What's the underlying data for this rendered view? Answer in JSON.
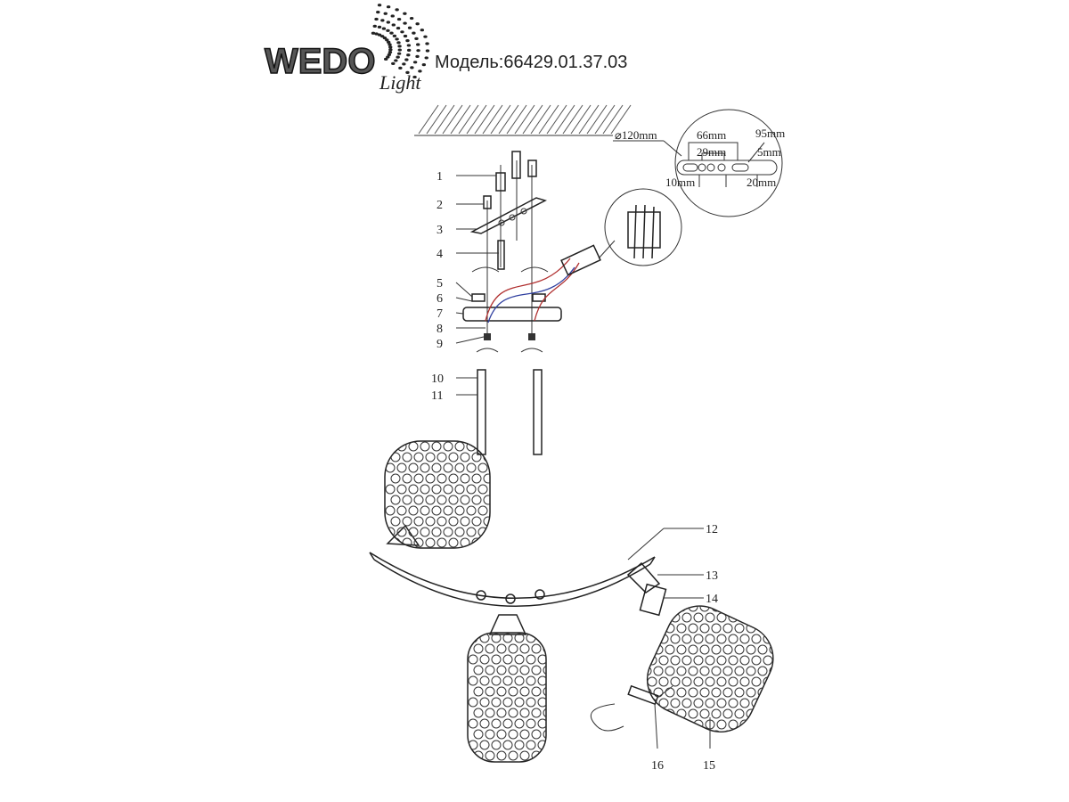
{
  "header": {
    "logo_text": "WEDO",
    "logo_subtext": "Light",
    "model_label": "Модель:66429.01.37.03"
  },
  "dimensions": {
    "diameter": "⌀120mm",
    "d66": "66mm",
    "d29": "29mm",
    "d95": "95mm",
    "d5": "5mm",
    "d10": "10mm",
    "d20": "20mm"
  },
  "part_numbers": [
    "1",
    "2",
    "3",
    "4",
    "5",
    "6",
    "7",
    "8",
    "9",
    "10",
    "11",
    "12",
    "13",
    "14",
    "15",
    "16"
  ],
  "colors": {
    "wire_red": "#b03030",
    "wire_blue": "#3040a0",
    "line": "#333333"
  }
}
